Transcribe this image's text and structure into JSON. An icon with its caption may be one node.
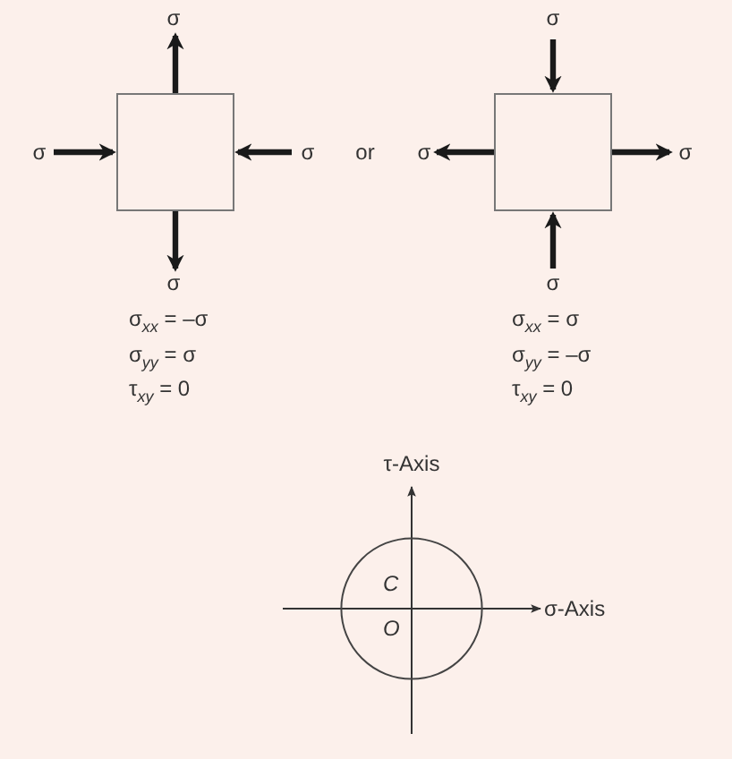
{
  "diagram": {
    "nodes": [
      {
        "text": [],
        "shape": "box"
      },
      {
        "text": [],
        "shape": "box"
      },
      {
        "text": [
          "C",
          "O"
        ]
      }
    ],
    "labels": [
      "σ",
      "σ",
      "σ",
      "σ",
      "or",
      "σ",
      "σ",
      "σ",
      "σ",
      "σ$_{xx}$ = –σ",
      "σ$_{xx}$ = σ",
      "σ$_{yy}$ = σ",
      "σ$_{yy}$ = –σ",
      "τ$_{xy}$ = 0",
      "τ$_{xy}$ = 0",
      "τ-Axis",
      "σ-Axis"
    ]
  }
}
